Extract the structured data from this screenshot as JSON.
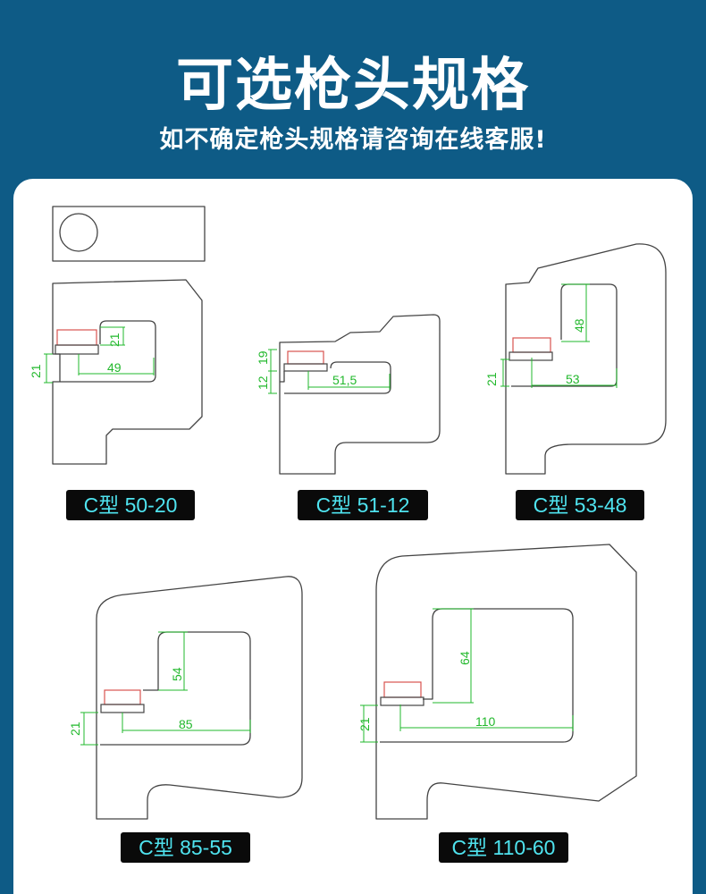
{
  "header": {
    "title": "可选枪头规格",
    "subtitle": "如不确定枪头规格请咨询在线客服!"
  },
  "models": [
    {
      "label": "C型 50-20",
      "dims": [
        "21",
        "21",
        "49"
      ]
    },
    {
      "label": "C型 51-12",
      "dims": [
        "19",
        "12",
        "51,5"
      ]
    },
    {
      "label": "C型  53-48",
      "dims": [
        "48",
        "21",
        "53"
      ]
    },
    {
      "label": "C型 85-55",
      "dims": [
        "54",
        "21",
        "85"
      ]
    },
    {
      "label": "C型 110-60",
      "dims": [
        "64",
        "21",
        "110"
      ]
    }
  ],
  "colors": {
    "background": "#0e5b86",
    "panel": "#ffffff",
    "outline": "#444444",
    "dimension": "#22b82c",
    "tip": "#d9534f",
    "label_bg": "#0a0a0a",
    "label_text": "#4fe3ef"
  }
}
